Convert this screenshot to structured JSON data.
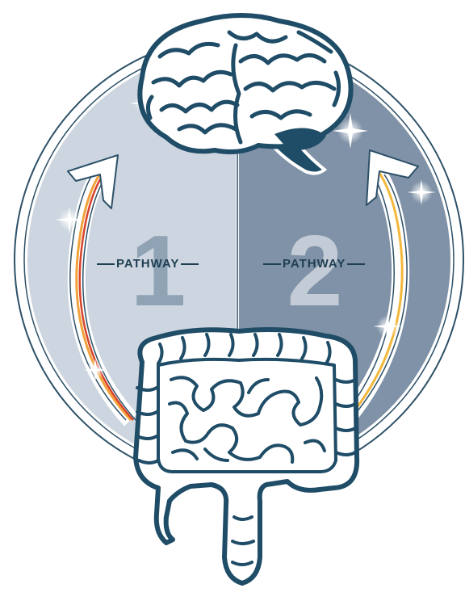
{
  "pathways": [
    {
      "number": "1",
      "label": "PATHWAY"
    },
    {
      "number": "2",
      "label": "PATHWAY"
    }
  ],
  "colors": {
    "left_panel": "#cdd6e0",
    "right_panel": "#8092a7",
    "outline": "#2d5168",
    "number_left": "#8fa3b5",
    "number_right": "#c3ccd6",
    "arrow_left_accent_red": "#d8432b",
    "arrow_left_accent_orange": "#f2a23a",
    "arrow_right_accent_yellow": "#f3b73b"
  }
}
